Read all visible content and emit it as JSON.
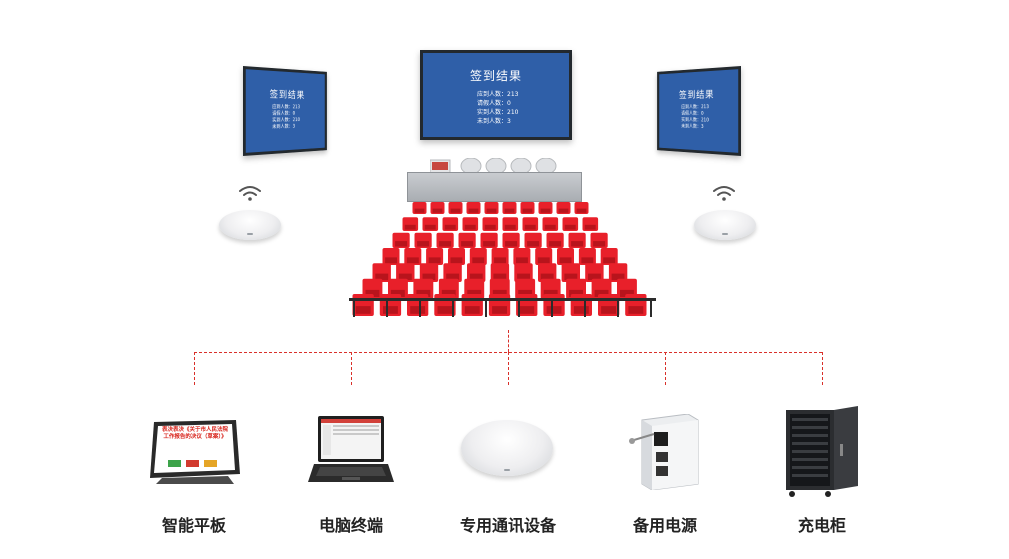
{
  "screen": {
    "title": "签到结果",
    "lines": [
      "应到人数：213",
      "请假人数：0",
      "实到人数：210",
      "未到人数：3"
    ]
  },
  "devices": [
    {
      "label": "智能平板"
    },
    {
      "label": "电脑终端"
    },
    {
      "label": "专用通讯设备"
    },
    {
      "label": "备用电源"
    },
    {
      "label": "充电柜"
    }
  ],
  "tablet": {
    "text": "表决表决《关于市人民法院工作报告的决议（草案）》"
  },
  "colors": {
    "seat": "#e8202a",
    "screen": "#2f5fa8",
    "connector": "#d9302a"
  }
}
